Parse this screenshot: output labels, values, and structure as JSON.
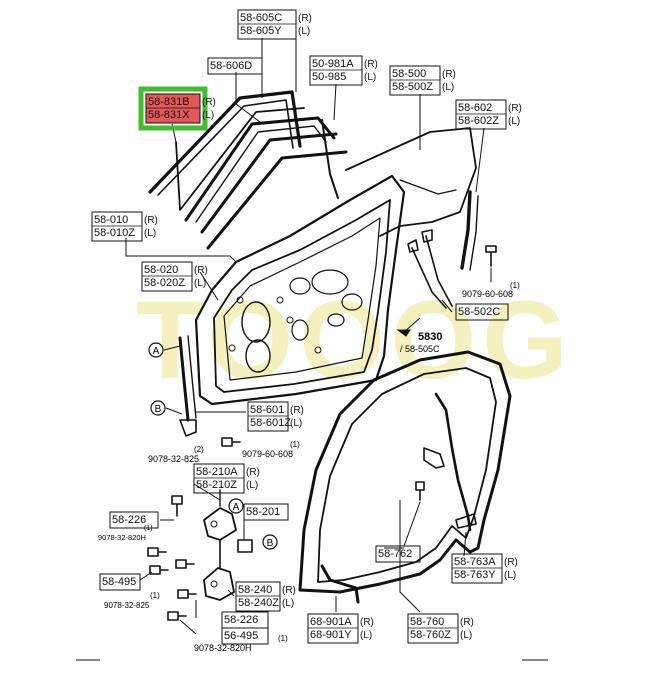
{
  "labels": [
    {
      "id": "lbl-58-605c",
      "lines": [
        "58-605C",
        "58-605Y"
      ],
      "sides": [
        "(R)",
        "(L)"
      ]
    },
    {
      "id": "lbl-58-606d",
      "lines": [
        "58-606D"
      ],
      "sides": []
    },
    {
      "id": "lbl-58-831b",
      "lines": [
        "58-831B",
        "58-831X"
      ],
      "sides": [
        "(R)",
        "(L)"
      ],
      "highlighted": true
    },
    {
      "id": "lbl-50-981a",
      "lines": [
        "50-981A",
        "50-985"
      ],
      "sides": [
        "(R)",
        "(L)"
      ]
    },
    {
      "id": "lbl-58-500",
      "lines": [
        "58-500",
        "58-500Z"
      ],
      "sides": [
        "(R)",
        "(L)"
      ]
    },
    {
      "id": "lbl-58-602",
      "lines": [
        "58-602",
        "58-602Z"
      ],
      "sides": [
        "(R)",
        "(L)"
      ]
    },
    {
      "id": "lbl-58-010",
      "lines": [
        "58-010",
        "58-010Z"
      ],
      "sides": [
        "(R)",
        "(L)"
      ]
    },
    {
      "id": "lbl-58-020",
      "lines": [
        "58-020",
        "58-020Z"
      ],
      "sides": [
        "(R)",
        "(L)"
      ]
    },
    {
      "id": "lbl-58-502c",
      "lines": [
        "58-502C"
      ],
      "sides": []
    },
    {
      "id": "lbl-58-601",
      "lines": [
        "58-601",
        "58-601Z"
      ],
      "sides": [
        "(R)",
        "(L)"
      ]
    },
    {
      "id": "lbl-58-210a",
      "lines": [
        "58-210A",
        "58-210Z"
      ],
      "sides": [
        "(R)",
        "(L)"
      ]
    },
    {
      "id": "lbl-58-201",
      "lines": [
        "58-201"
      ],
      "sides": []
    },
    {
      "id": "lbl-58-226a",
      "lines": [
        "58-226"
      ],
      "sides": []
    },
    {
      "id": "lbl-58-495a",
      "lines": [
        "58-495"
      ],
      "sides": []
    },
    {
      "id": "lbl-58-240",
      "lines": [
        "58-240",
        "58-240Z"
      ],
      "sides": [
        "(R)",
        "(L)"
      ]
    },
    {
      "id": "lbl-58-226b",
      "lines": [
        "58-226"
      ],
      "sides": []
    },
    {
      "id": "lbl-56-495",
      "lines": [
        "56-495"
      ],
      "sides": []
    },
    {
      "id": "lbl-58-762",
      "lines": [
        "58-762"
      ],
      "sides": []
    },
    {
      "id": "lbl-58-763a",
      "lines": [
        "58-763A",
        "58-763Y"
      ],
      "sides": [
        "(R)",
        "(L)"
      ]
    },
    {
      "id": "lbl-68-901a",
      "lines": [
        "68-901A",
        "68-901Y"
      ],
      "sides": [
        "(R)",
        "(L)"
      ]
    },
    {
      "id": "lbl-58-760",
      "lines": [
        "58-760",
        "58-760Z"
      ],
      "sides": [
        "(R)",
        "(L)"
      ]
    }
  ],
  "fasteners": [
    {
      "id": "fs-9079-60-608-a",
      "qty": "(1)",
      "code": "9079-60-608"
    },
    {
      "id": "fs-9079-60-608-b",
      "qty": "(1)",
      "code": "9079-60-608"
    },
    {
      "id": "fs-9078-32-825-a",
      "qty": "(2)",
      "code": "9078-32-825"
    },
    {
      "id": "fs-9078-32-820h-a",
      "qty": "(1)",
      "code": "9078-32-820H"
    },
    {
      "id": "fs-9078-32-825-b",
      "qty": "(1)",
      "code": "9078-32-825"
    },
    {
      "id": "fs-9078-32-820h-b",
      "qty": "(1)",
      "code": "9078-32-820H"
    }
  ],
  "callouts": {
    "a": "A",
    "b": "B",
    "part_5830": "5830",
    "part_5830_sub": "/ 58-505C"
  },
  "watermark": "TOOOG",
  "colors": {
    "ink": "#111111",
    "highlight_box": "#3fbf2a",
    "highlight_fill": "#e23b3b",
    "watermark": "#f3f0b8"
  }
}
